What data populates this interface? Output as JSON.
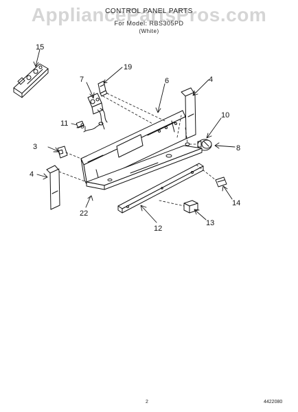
{
  "watermark": "AppliancePartsPros.com",
  "title": {
    "line1": "CONTROL PANEL PARTS",
    "line2": "For Model: RBS305PD",
    "line3": "(White)"
  },
  "callouts": {
    "p15": "15",
    "p7": "7",
    "p19": "19",
    "p6": "6",
    "p4_top": "4",
    "p11": "11",
    "p9": "9",
    "p10": "10",
    "p3": "3",
    "p8": "8",
    "p4_left": "4",
    "p14": "14",
    "p22": "22",
    "p13": "13",
    "p12": "12"
  },
  "footer": {
    "page_number": "2",
    "doc_number": "4422080"
  }
}
